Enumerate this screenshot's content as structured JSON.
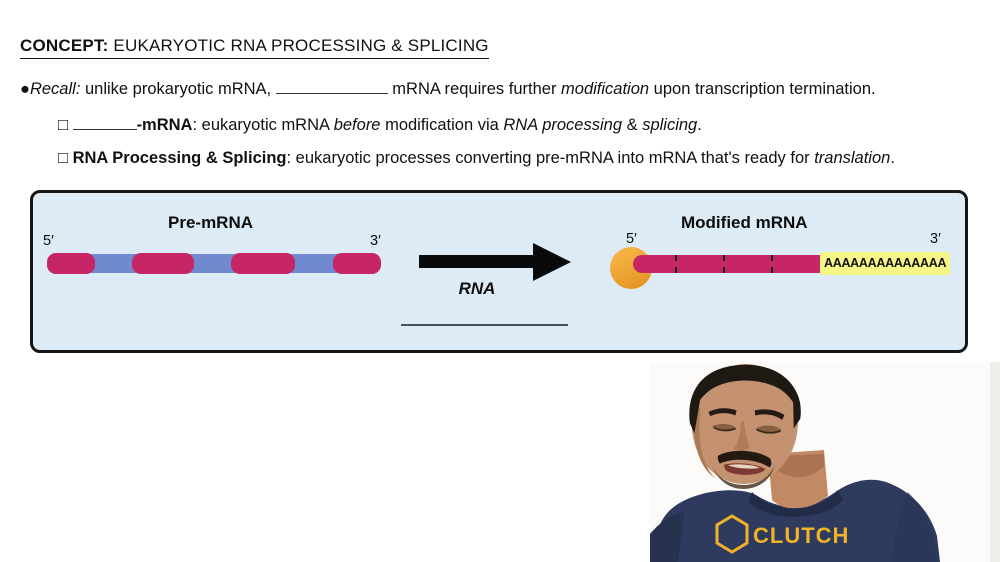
{
  "heading": {
    "label": "CONCEPT:",
    "text": " EUKARYOTIC RNA PROCESSING & SPLICING"
  },
  "bullets": {
    "recall": {
      "marker": "●",
      "lead": "Recall:",
      "t1": " unlike prokaryotic mRNA, ",
      "t2": " mRNA requires further ",
      "em1": "modification",
      "t3": " upon transcription termination."
    },
    "pre": {
      "marker": "□ ",
      "term": "-mRNA",
      "t1": ": eukaryotic mRNA ",
      "em1": "before",
      "t2": " modification via ",
      "em2": "RNA processing",
      "t3": " & ",
      "em3": "splicing",
      "t4": "."
    },
    "proc": {
      "marker": "□ ",
      "term": "RNA Processing & Splicing",
      "t1": ": eukaryotic processes converting pre-mRNA into mRNA that's ready for ",
      "em1": "translation",
      "t2": "."
    }
  },
  "diagram": {
    "pre_label": "Pre-mRNA",
    "mod_label": "Modified mRNA",
    "five_prime": "5′",
    "three_prime": "3′",
    "arrow_label": "RNA",
    "poly_a_tail": "AAAAAAAAAAAAAA",
    "colors": {
      "box_bg": "#dcebf5",
      "exon": "#c62666",
      "intron": "#7189cf",
      "cap": "#efa42f",
      "poly_a_bg": "#f6f686"
    }
  },
  "person": {
    "shirt_text": "CLUTCH"
  }
}
